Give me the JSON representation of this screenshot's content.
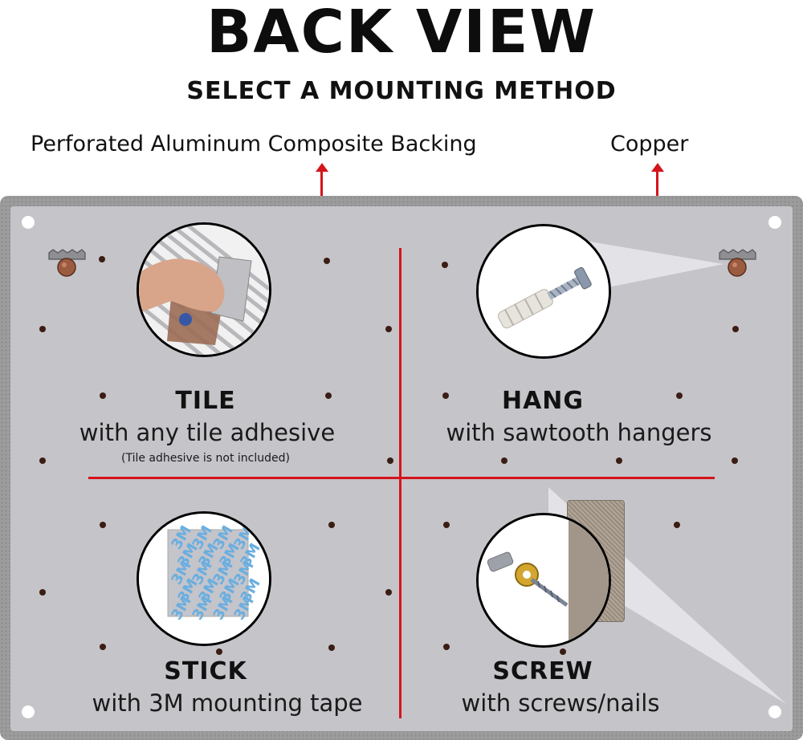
{
  "header": {
    "title": "BACK VIEW",
    "subtitle": "SELECT A MOUNTING METHOD"
  },
  "callouts": {
    "backing": "Perforated Aluminum Composite Backing",
    "copper": "Copper"
  },
  "methods": [
    {
      "title": "TILE",
      "subtitle": "with any tile adhesive",
      "note": "(Tile adhesive is not included)",
      "image": "tile-adhesive-trowel"
    },
    {
      "title": "HANG",
      "subtitle": "with sawtooth hangers",
      "image": "screw-anchor"
    },
    {
      "title": "STICK",
      "subtitle": "with 3M mounting tape",
      "image": "3m-tape-pad",
      "tape_mark": "3M"
    },
    {
      "title": "SCREW",
      "subtitle": "with screws/nails",
      "image": "screw-washer-magnet"
    }
  ],
  "colors": {
    "accent": "#d5141b",
    "panel": "#c5c4c9",
    "frame": "#9c9c9d"
  }
}
